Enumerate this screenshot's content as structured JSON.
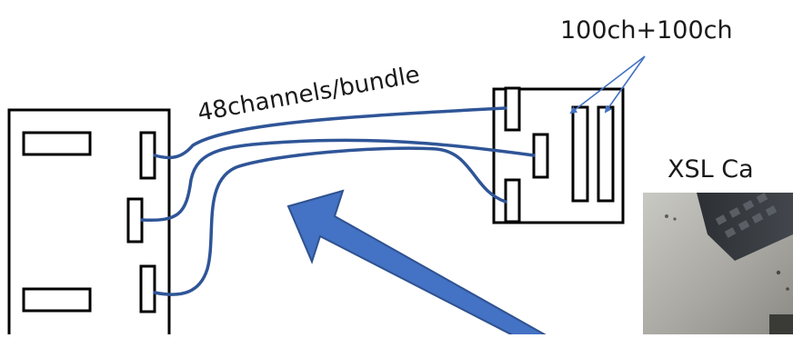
{
  "labels": {
    "bundle": "48channels/bundle",
    "channel_count": "100ch+100ch",
    "camera_caption": "XSL Ca"
  },
  "colors": {
    "outline": "#000000",
    "cable": "#2f5597",
    "arrow_fill": "#4472c4",
    "arrow_stroke": "#2f528f",
    "callout_line": "#4472c4"
  },
  "icons": {
    "photo": "camera-photo-crop"
  }
}
